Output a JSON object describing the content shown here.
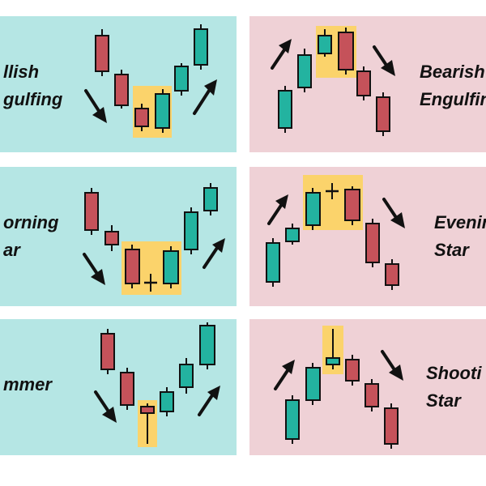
{
  "colors": {
    "bullish_bg": "#b5e6e4",
    "bearish_bg": "#efd1d6",
    "bull_candle": "#23b3a0",
    "bear_candle": "#c5525a",
    "highlight": "#fbd36b",
    "outline": "#111111"
  },
  "patterns": [
    {
      "id": "bullish-engulfing",
      "side": "bullish",
      "label_lines": [
        "llish",
        "gulfing"
      ],
      "trend_arrows": [
        "down-arrow-icon",
        "up-arrow-icon"
      ],
      "highlighted_candles": [
        2,
        3
      ]
    },
    {
      "id": "bearish-engulfing",
      "side": "bearish",
      "label_lines": [
        "Bearish",
        "Engulfing"
      ],
      "trend_arrows": [
        "up-arrow-icon",
        "down-arrow-icon"
      ],
      "highlighted_candles": [
        2,
        3
      ]
    },
    {
      "id": "morning-star",
      "side": "bullish",
      "label_lines": [
        "orning",
        "ar"
      ],
      "trend_arrows": [
        "down-arrow-icon",
        "up-arrow-icon"
      ],
      "highlighted_candles": [
        2,
        3,
        4
      ]
    },
    {
      "id": "evening-star",
      "side": "bearish",
      "label_lines": [
        "Evenin",
        "Star"
      ],
      "trend_arrows": [
        "up-arrow-icon",
        "down-arrow-icon"
      ],
      "highlighted_candles": [
        2,
        3,
        4
      ]
    },
    {
      "id": "hammer",
      "side": "bullish",
      "label_lines": [
        "mmer"
      ],
      "trend_arrows": [
        "down-arrow-icon",
        "up-arrow-icon"
      ],
      "highlighted_candles": [
        2
      ]
    },
    {
      "id": "shooting-star",
      "side": "bearish",
      "label_lines": [
        "Shooti",
        "Star"
      ],
      "trend_arrows": [
        "up-arrow-icon",
        "down-arrow-icon"
      ],
      "highlighted_candles": [
        2
      ]
    }
  ]
}
